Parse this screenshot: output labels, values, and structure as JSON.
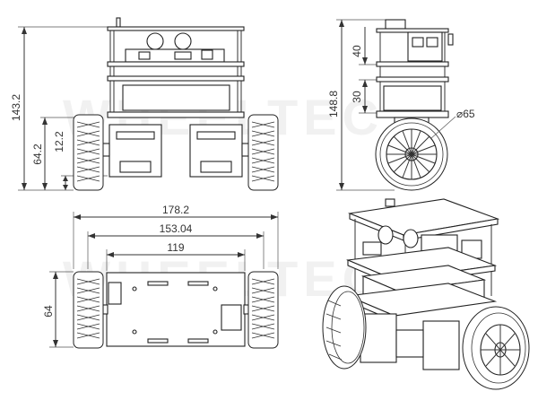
{
  "dimensions": {
    "front_height": "143.2",
    "front_axle_height": "64.2",
    "front_ground_clearance": "12.2",
    "side_height": "148.8",
    "side_top_tier": "40",
    "side_mid_tier": "30",
    "wheel_diameter": "⌀65",
    "top_overall_width": "178.2",
    "top_wheel_center_width": "153.04",
    "top_plate_width": "119",
    "top_depth": "64"
  },
  "watermark": {
    "text": "WHEELTEC"
  }
}
